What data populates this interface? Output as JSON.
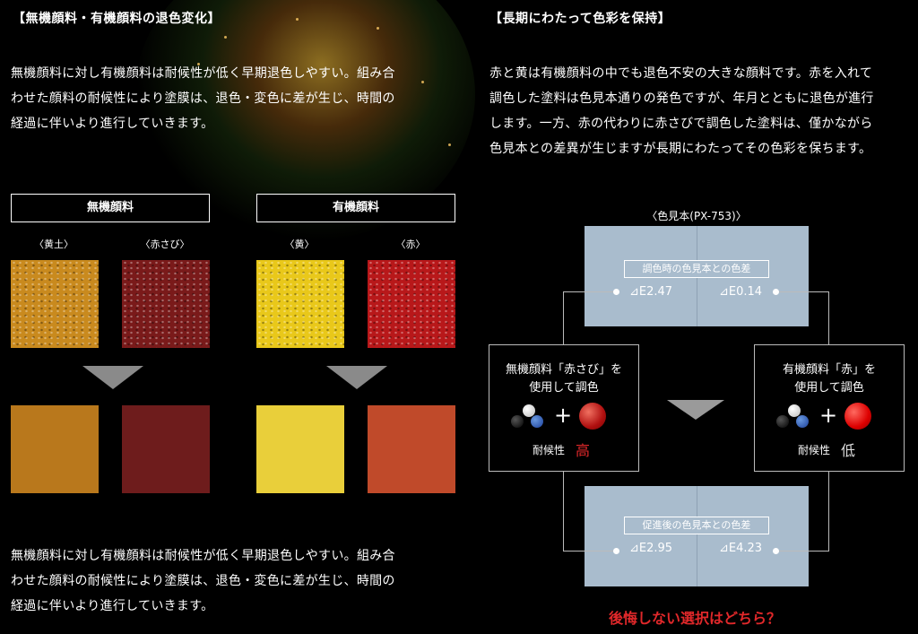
{
  "left": {
    "heading": "【無機顔料・有機顔料の退色変化】",
    "para_top": [
      "無機顔料に対し有機顔料は耐候性が低く早期退色しやすい。組み合",
      "わせた顔料の耐候性により塗膜は、退色・変色に差が生じ、時間の",
      "経過に伴いより進行していきます。"
    ],
    "inorganic_label": "無機顔料",
    "organic_label": "有機顔料",
    "swatches": [
      {
        "label": "〈黄土〉",
        "before": "#c98a1e",
        "after": "#b9781c"
      },
      {
        "label": "〈赤さび〉",
        "before": "#7a1a1a",
        "after": "#6e1c1c"
      },
      {
        "label": "〈黄〉",
        "before": "#e9c81a",
        "after": "#e9cf3a"
      },
      {
        "label": "〈赤〉",
        "before": "#b8181a",
        "after": "#c04a2a"
      }
    ],
    "para_bottom": [
      "無機顔料に対し有機顔料は耐候性が低く早期退色しやすい。組み合",
      "わせた顔料の耐候性により塗膜は、退色・変色に差が生じ、時間の",
      "経過に伴いより進行していきます。"
    ]
  },
  "right": {
    "heading": "【長期にわたって色彩を保持】",
    "para": [
      "赤と黄は有機顔料の中でも退色不安の大きな顔料です。赤を入れて",
      "調色した塗料は色見本通りの発色ですが、年月とともに退色が進行",
      "します。一方、赤の代わりに赤さびで調色した塗料は、僅かながら",
      "色見本との差異が生じますが長期にわたってその色彩を保ちます。"
    ],
    "sample_label": "〈色見本(PX-753)〉",
    "top_diff_label": "調色時の色見本との色差",
    "top_left_value": "⊿E2.47",
    "top_right_value": "⊿E0.14",
    "bottom_diff_label": "促進後の色見本との色差",
    "bottom_left_value": "⊿E2.95",
    "bottom_right_value": "⊿E4.23",
    "left_box": {
      "line1": "無機顔料「赤さび」を",
      "line2": "使用して調色",
      "plus": "+",
      "weather_label": "耐候性",
      "weather_value": "高"
    },
    "right_box": {
      "line1": "有機顔料「赤」を",
      "line2": "使用して調色",
      "plus": "+",
      "weather_label": "耐候性",
      "weather_value": "低"
    },
    "question": "後悔しない選択はどちら？",
    "accent": "#e0282a"
  }
}
